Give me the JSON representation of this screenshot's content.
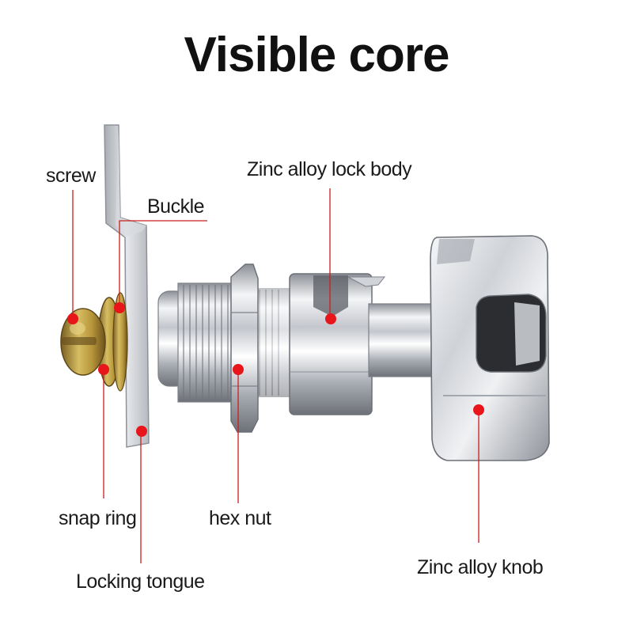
{
  "title": "Visible core",
  "parts": {
    "screw": "screw",
    "buckle": "Buckle",
    "zinc_alloy_lock_body": "Zinc alloy lock body",
    "snap_ring": "snap ring",
    "hex_nut": "hex nut",
    "locking_tongue": "Locking tongue",
    "zinc_alloy_knob": "Zinc alloy knob"
  },
  "colors": {
    "leader_line": "#c8201e",
    "marker_dot": "#e8151b",
    "chrome": "#c9ccd2",
    "brass": "#b99a3e",
    "title_text": "#111111"
  }
}
